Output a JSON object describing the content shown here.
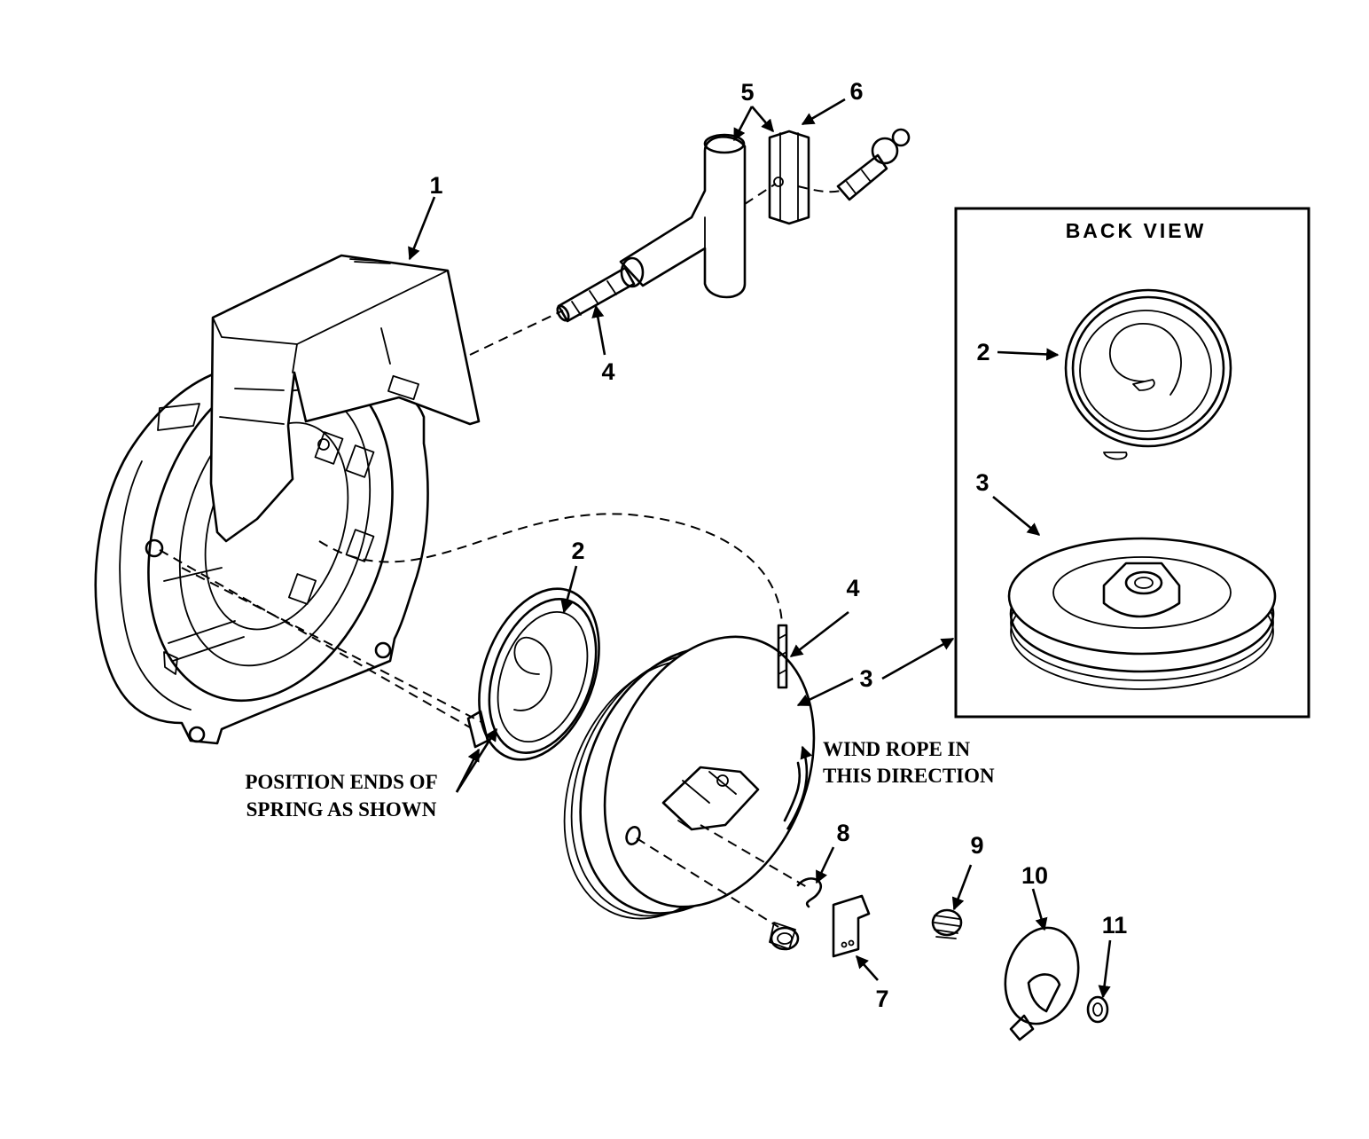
{
  "back_view": {
    "title": "BACK VIEW"
  },
  "callouts": {
    "housing": "1",
    "spring_main": "2",
    "spring_back": "2",
    "pulley_back": "3",
    "pulley_main": "3",
    "rope_upper": "4",
    "rope_lower": "4",
    "handle": "5",
    "insert": "6",
    "pawl": "7",
    "pawl_spring": "8",
    "brake_spring": "9",
    "retainer": "10",
    "screw": "11"
  },
  "notes": {
    "spring_position": [
      "POSITION ENDS OF",
      "SPRING AS SHOWN"
    ],
    "wind_rope": [
      "WIND ROPE IN",
      "THIS DIRECTION"
    ]
  }
}
